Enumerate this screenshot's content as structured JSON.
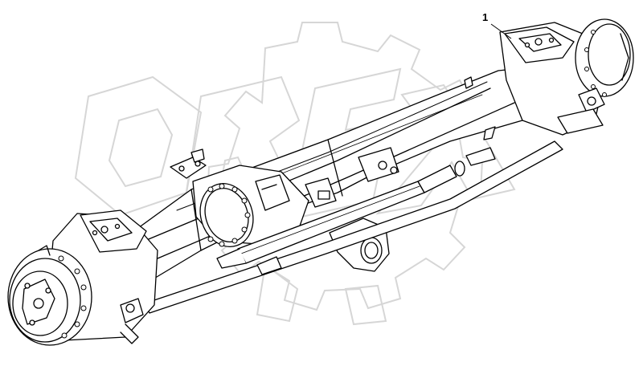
{
  "callouts": [
    {
      "label": "1"
    }
  ],
  "drawing_code": "",
  "watermark": {
    "text": "ORIX",
    "style": "gear-outline"
  },
  "colors": {
    "line": "#000000",
    "watermark": "#d9d9d9",
    "background": "#ffffff"
  }
}
